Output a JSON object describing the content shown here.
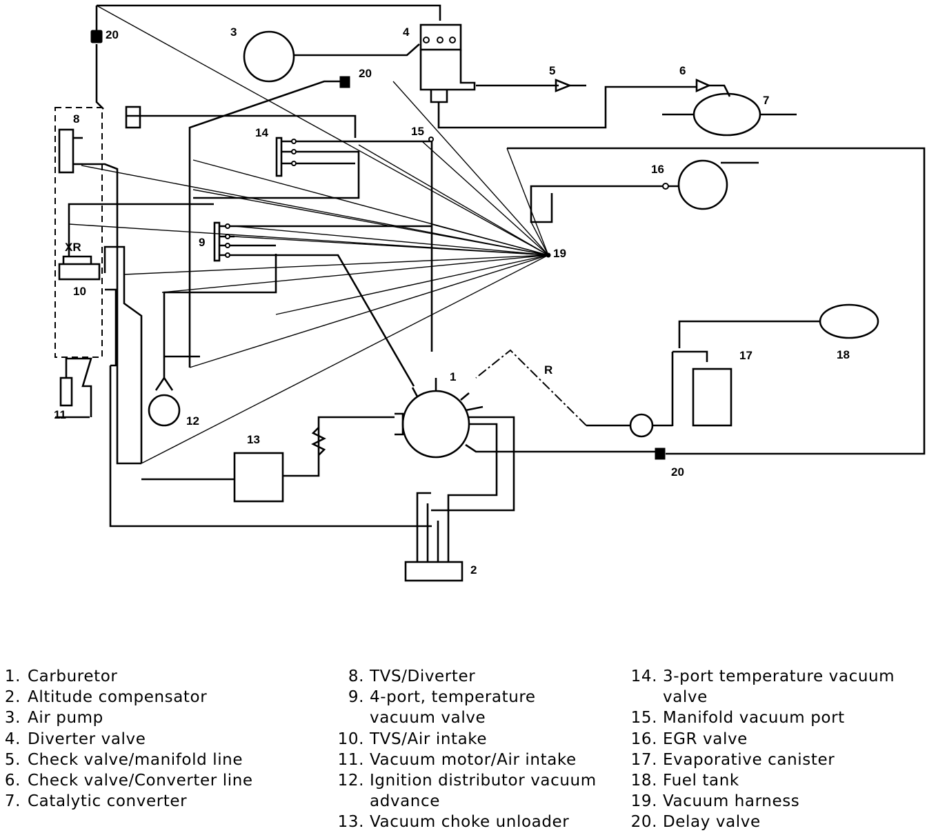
{
  "callouts": {
    "c1": "1",
    "c2": "2",
    "c3": "3",
    "c4": "4",
    "c5": "5",
    "c6": "6",
    "c7": "7",
    "c8": "8",
    "c9": "9",
    "c10": "10",
    "c11": "11",
    "c12": "12",
    "c13": "13",
    "c14": "14",
    "c15": "15",
    "c16": "16",
    "c17": "17",
    "c18": "18",
    "c19": "19",
    "c20": "20",
    "r_label": "R",
    "xr_label": "XR"
  },
  "legend": {
    "col1": [
      {
        "num": "1.",
        "text": "Carburetor"
      },
      {
        "num": "2.",
        "text": "Altitude  compensator"
      },
      {
        "num": "3.",
        "text": "Air  pump"
      },
      {
        "num": "4.",
        "text": "Diverter  valve"
      },
      {
        "num": "5.",
        "text": "Check  valve/manifold  line"
      },
      {
        "num": "6.",
        "text": "Check  valve/Converter  line"
      },
      {
        "num": "7.",
        "text": "Catalytic  converter"
      }
    ],
    "col2": [
      {
        "num": "8.",
        "text": "TVS/Diverter"
      },
      {
        "num": "9.",
        "text": "4-port,  temperature"
      },
      {
        "num": "",
        "text": "vacuum  valve"
      },
      {
        "num": "10.",
        "text": "TVS/Air  intake"
      },
      {
        "num": "11.",
        "text": "Vacuum  motor/Air  intake"
      },
      {
        "num": "12.",
        "text": "Ignition  distributor  vacuum"
      },
      {
        "num": "",
        "text": "advance"
      },
      {
        "num": "13.",
        "text": "Vacuum  choke  unloader"
      }
    ],
    "col3": [
      {
        "num": "14.",
        "text": "3-port  temperature  vacuum"
      },
      {
        "num": "",
        "text": "valve"
      },
      {
        "num": "15.",
        "text": "Manifold  vacuum  port"
      },
      {
        "num": "16.",
        "text": "EGR  valve"
      },
      {
        "num": "17.",
        "text": "Evaporative  canister"
      },
      {
        "num": "18.",
        "text": "Fuel  tank"
      },
      {
        "num": "19.",
        "text": "Vacuum  harness"
      },
      {
        "num": "20.",
        "text": "Delay  valve"
      }
    ]
  }
}
